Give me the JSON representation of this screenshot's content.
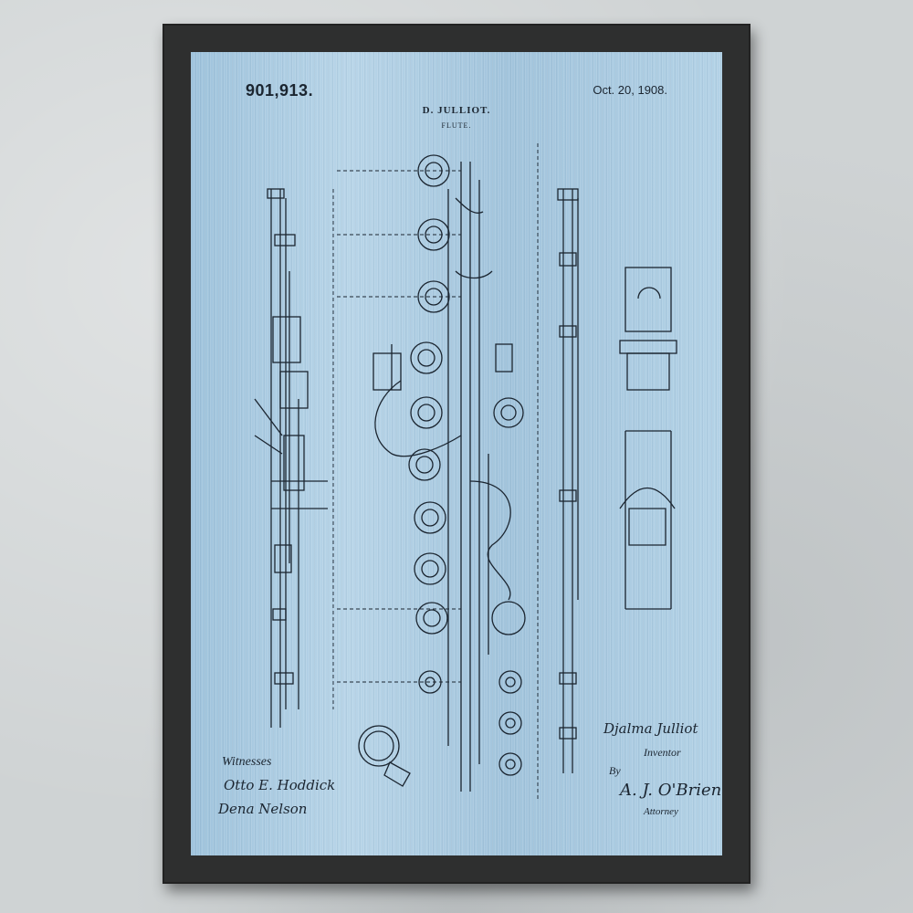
{
  "print": {
    "patent_number": "901,913.",
    "patent_date": "Oct. 20, 1908.",
    "inventor": "D. JULLIOT.",
    "subject": "FLUTE.",
    "witnesses_label": "Witnesses",
    "witness_1": "Otto E. Hoddick",
    "witness_2": "Dena Nelson",
    "inventor_signature": "Djalma Julliot",
    "inventor_role": "Inventor",
    "by_label": "By",
    "attorney_signature": "A. J. O'Brien",
    "attorney_role": "Attorney"
  },
  "colors": {
    "paper": "#a6c8df",
    "ink": "#1b2530",
    "frame": "#2e2f2f",
    "wall": "#cfd3d4"
  }
}
